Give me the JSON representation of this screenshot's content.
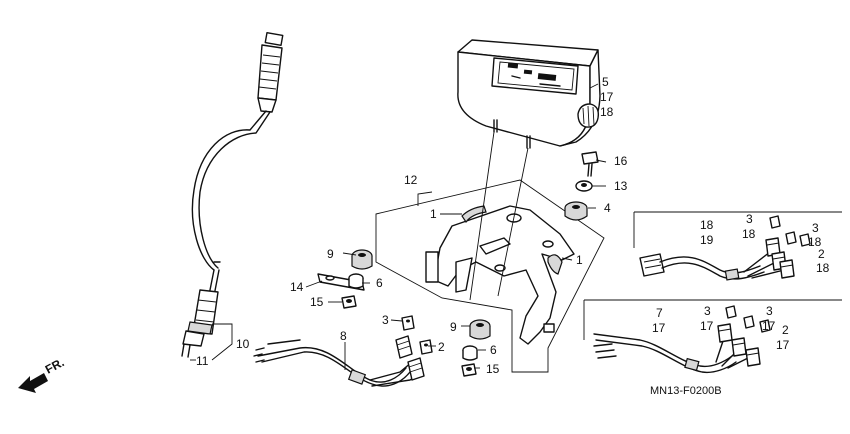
{
  "diagram_code": "MN13-F0200B",
  "direction_label": "FR.",
  "callouts": [
    {
      "id": "c-5",
      "text": "5"
    },
    {
      "id": "c-17a",
      "text": "17"
    },
    {
      "id": "c-18a",
      "text": "18"
    },
    {
      "id": "c-16",
      "text": "16"
    },
    {
      "id": "c-13",
      "text": "13"
    },
    {
      "id": "c-4",
      "text": "4"
    },
    {
      "id": "c-12",
      "text": "12"
    },
    {
      "id": "c-1a",
      "text": "1"
    },
    {
      "id": "c-1b",
      "text": "1"
    },
    {
      "id": "c-9a",
      "text": "9"
    },
    {
      "id": "c-6a",
      "text": "6"
    },
    {
      "id": "c-14",
      "text": "14"
    },
    {
      "id": "c-15a",
      "text": "15"
    },
    {
      "id": "c-3a",
      "text": "3"
    },
    {
      "id": "c-2a",
      "text": "2"
    },
    {
      "id": "c-8",
      "text": "8"
    },
    {
      "id": "c-9b",
      "text": "9"
    },
    {
      "id": "c-6b",
      "text": "6"
    },
    {
      "id": "c-15b",
      "text": "15"
    },
    {
      "id": "c-10",
      "text": "10"
    },
    {
      "id": "c-11",
      "text": "11"
    },
    {
      "id": "c-18b",
      "text": "18"
    },
    {
      "id": "c-19",
      "text": "19"
    },
    {
      "id": "c-3b",
      "text": "3"
    },
    {
      "id": "c-18c",
      "text": "18"
    },
    {
      "id": "c-3c",
      "text": "3"
    },
    {
      "id": "c-18d",
      "text": "18"
    },
    {
      "id": "c-2b",
      "text": "2"
    },
    {
      "id": "c-18e",
      "text": "18"
    },
    {
      "id": "c-7",
      "text": "7"
    },
    {
      "id": "c-17b",
      "text": "17"
    },
    {
      "id": "c-3d",
      "text": "3"
    },
    {
      "id": "c-17c",
      "text": "17"
    },
    {
      "id": "c-3e",
      "text": "3"
    },
    {
      "id": "c-17d",
      "text": "17"
    },
    {
      "id": "c-2c",
      "text": "2"
    },
    {
      "id": "c-17e",
      "text": "17"
    }
  ]
}
